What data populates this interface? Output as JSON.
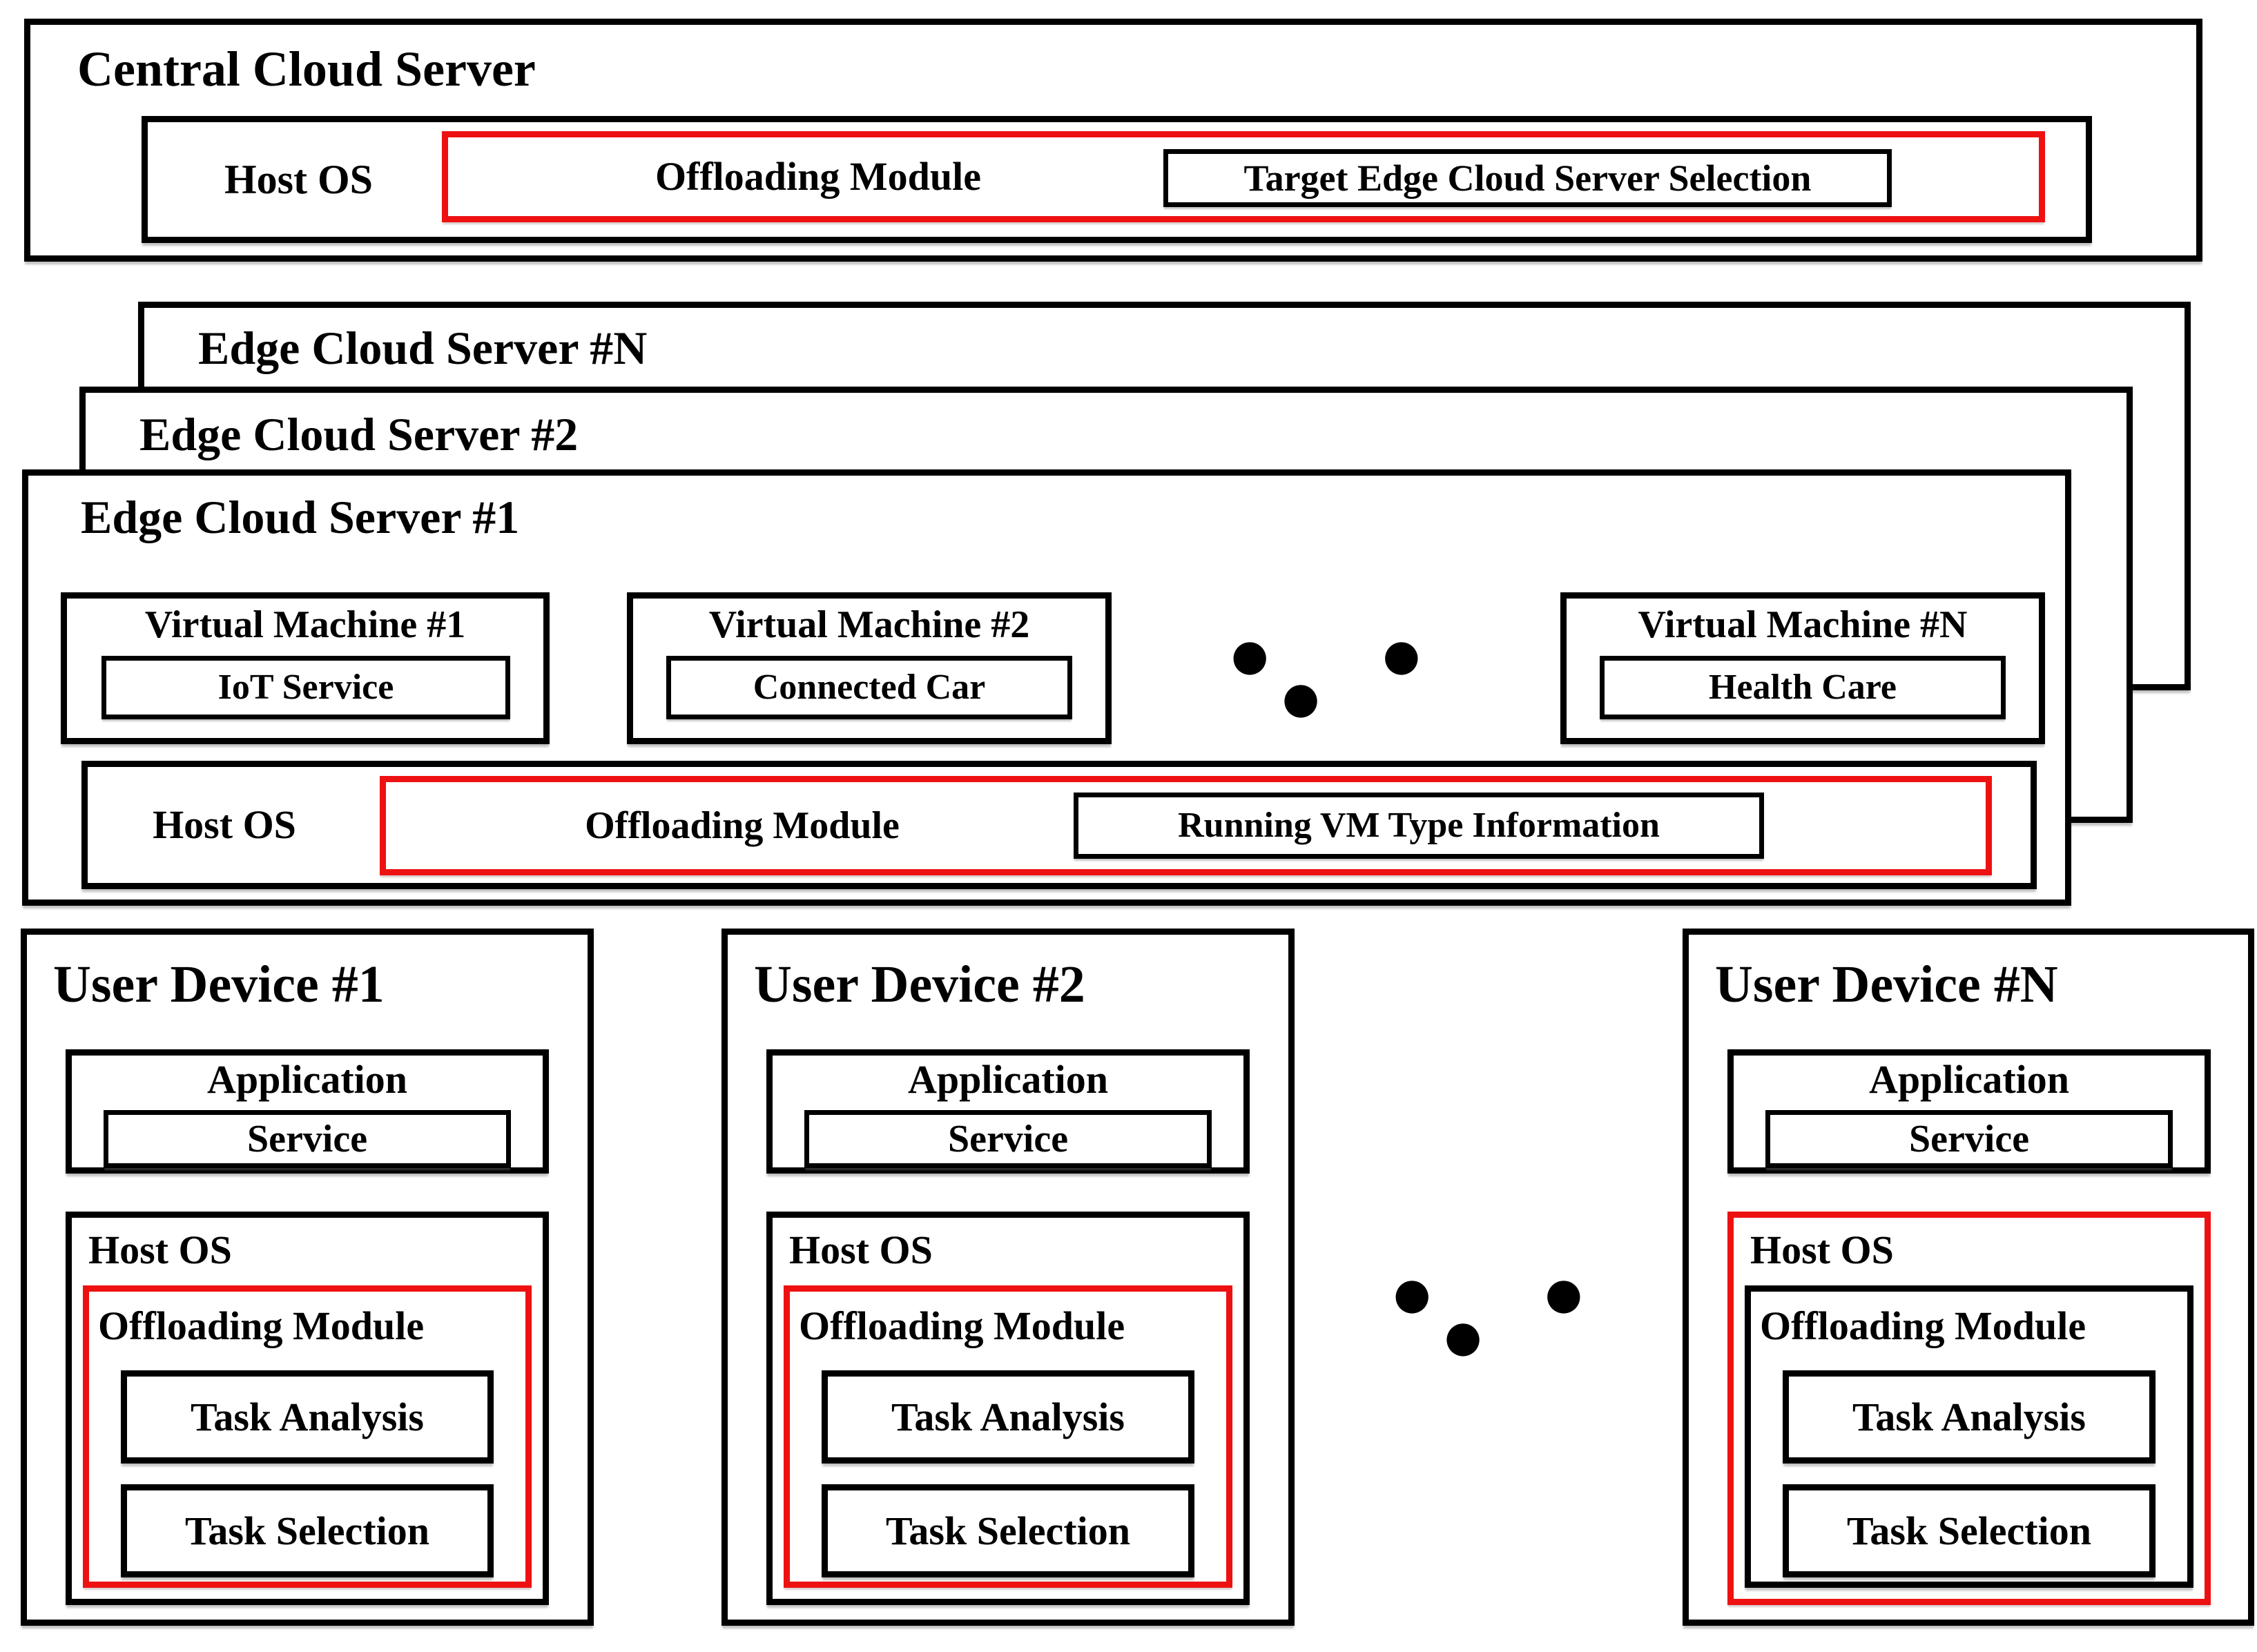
{
  "colors": {
    "border_black": "#000000",
    "accent_red": "#ee1111",
    "background": "#ffffff"
  },
  "central_cloud_server": {
    "title": "Central Cloud Server",
    "host_os_label": "Host OS",
    "offloading_module_label": "Offloading Module",
    "target_selection_label": "Target Edge Cloud Server Selection"
  },
  "edge_cloud_servers": {
    "stack_titles": {
      "back": "Edge Cloud Server #N",
      "middle": "Edge Cloud Server #2",
      "front": "Edge Cloud Server #1"
    },
    "virtual_machines": [
      {
        "title": "Virtual Machine #1",
        "service": "IoT Service"
      },
      {
        "title": "Virtual Machine #2",
        "service": "Connected Car"
      },
      {
        "title": "Virtual Machine #N",
        "service": "Health Care"
      }
    ],
    "vm_ellipsis": "●  ●  ●",
    "host_os_label": "Host OS",
    "offloading_module_label": "Offloading Module",
    "running_vm_info_label": "Running VM Type Information"
  },
  "user_devices": {
    "ellipsis": "●  ●  ●",
    "devices": [
      {
        "title": "User Device #1",
        "application_label": "Application",
        "service_label": "Service",
        "host_os_label": "Host OS",
        "offloading_module_label": "Offloading Module",
        "task_analysis_label": "Task Analysis",
        "task_selection_label": "Task Selection"
      },
      {
        "title": "User Device #2",
        "application_label": "Application",
        "service_label": "Service",
        "host_os_label": "Host OS",
        "offloading_module_label": "Offloading Module",
        "task_analysis_label": "Task Analysis",
        "task_selection_label": "Task Selection"
      },
      {
        "title": "User Device #N",
        "application_label": "Application",
        "service_label": "Service",
        "host_os_label": "Host OS",
        "offloading_module_label": "Offloading Module",
        "task_analysis_label": "Task Analysis",
        "task_selection_label": "Task Selection"
      }
    ]
  }
}
